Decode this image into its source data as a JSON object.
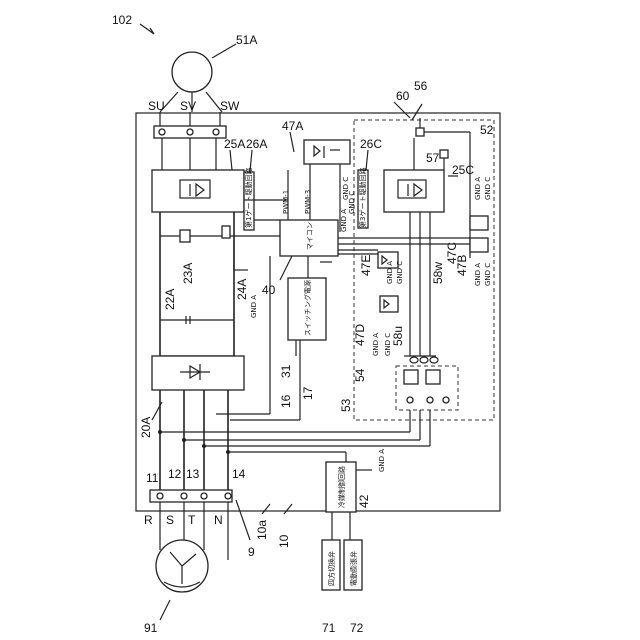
{
  "labels": {
    "l102": "102",
    "l51A": "51A",
    "lSU": "SU",
    "lSV": "SV",
    "lSW": "SW",
    "l60": "60",
    "l56": "56",
    "l52": "52",
    "l57": "57",
    "l25C": "25C",
    "l26C": "26C",
    "l47A": "47A",
    "l25A": "25A",
    "l26A": "26A",
    "l22A": "22A",
    "l23A": "23A",
    "l24A": "24A",
    "l40": "40",
    "l47E": "47E",
    "l47C": "47C",
    "l47B": "47B",
    "l58w": "58w",
    "l47D": "47D",
    "l58u": "58u",
    "l54": "54",
    "l53": "53",
    "l31": "31",
    "l16": "16",
    "l17": "17",
    "l20A": "20A",
    "l11": "11",
    "l12": "12",
    "l13": "13",
    "l14": "14",
    "lR": "R",
    "lS": "S",
    "lT": "T",
    "lN": "N",
    "l9": "9",
    "l10a": "10a",
    "l10": "10",
    "l42": "42",
    "l91": "91",
    "l71": "71",
    "l72": "72"
  },
  "blocks": {
    "gate_drive_A": "第1ゲート駆動回路",
    "gate_drive_C": "第3ゲート駆動回路",
    "microcomputer": "マイコン",
    "switching_power": "スイッチング電源",
    "outdoor_control": "冷媒制御回路",
    "four_way_valve": "四方切換弁",
    "expansion_valve": "電動膨張弁"
  },
  "signals": {
    "pwm1": "PWM-1",
    "pwm3": "PWM-3",
    "gnd_a": "GND A",
    "gnd_c": "GND C"
  }
}
